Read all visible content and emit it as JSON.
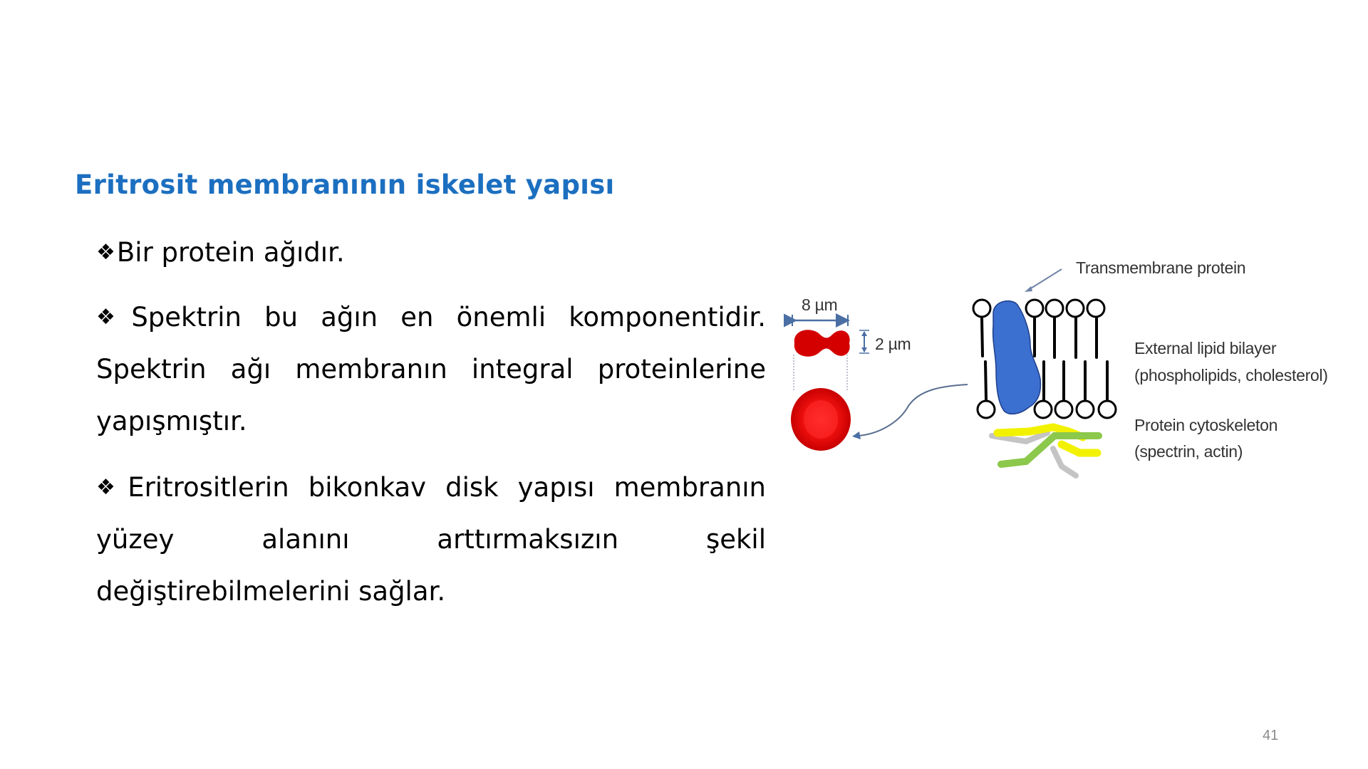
{
  "slide": {
    "title": "Eritrosit membranının iskelet yapısı",
    "title_color": "#1c6fc0",
    "bullet_icon": "diamond-bullet-icon",
    "bullet_glyph": "❖",
    "paragraphs": [
      {
        "text": "Bir protein ağıdır."
      },
      {
        "text": "Spektrin bu ağın en önemli komponentidir. Spektrin ağı membranın integral proteinlerine yapışmıştır."
      },
      {
        "text": "Eritrositlerin bikonkav disk yapısı membranın yüzey alanını arttırmaksızın şekil değiştirebilmelerini sağlar."
      }
    ],
    "page_number": "41"
  },
  "figure": {
    "width_label": "8 µm",
    "thickness_label": "2 µm",
    "labels": {
      "transmembrane": "Transmembrane protein",
      "bilayer_line1": "External lipid bilayer",
      "bilayer_line2": "(phospholipids, cholesterol)",
      "cytoskeleton_line1": "Protein cytoskeleton",
      "cytoskeleton_line2": "(spectrin, actin)"
    },
    "colors": {
      "cell_red": "#e00000",
      "cell_red_light": "#ff2020",
      "protein_blue": "#3b6fd0",
      "arrow_blue": "#4a6fa5",
      "spectrin_yellow": "#f2f200",
      "actin_green": "#8cc84b",
      "fiber_gray": "#c0c0c0"
    }
  }
}
